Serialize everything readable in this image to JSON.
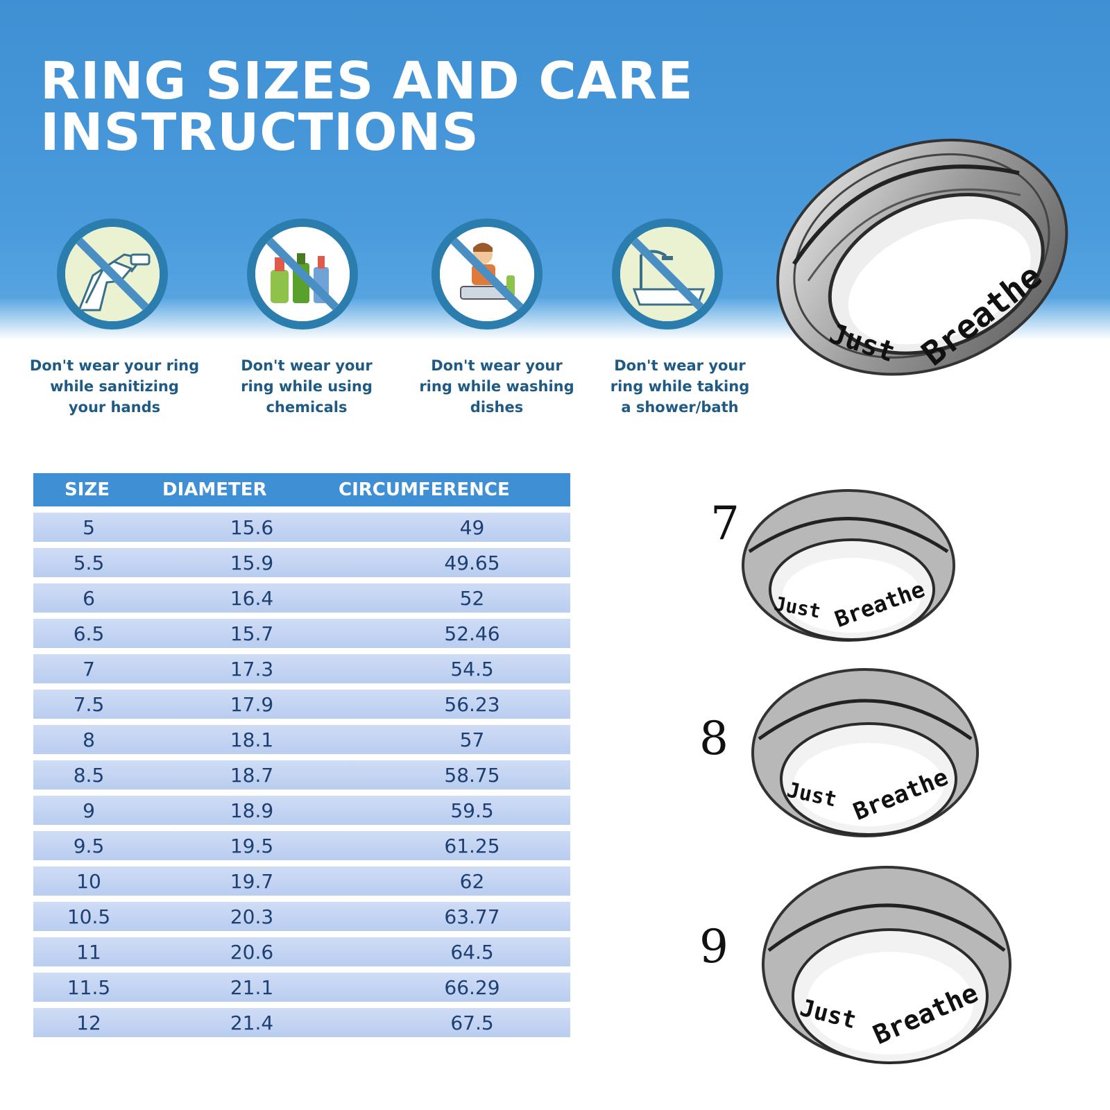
{
  "header": {
    "title_line1": "RING SIZES AND CARE",
    "title_line2": "INSTRUCTIONS"
  },
  "care": [
    {
      "icon": "sanitizer-hands-icon",
      "line1": "Don't wear your ring",
      "line2": "while sanitizing",
      "line3": "your hands"
    },
    {
      "icon": "chemicals-bottles-icon",
      "line1": "Don't wear your",
      "line2": "ring while using",
      "line3": "chemicals"
    },
    {
      "icon": "washing-dishes-icon",
      "line1": "Don't wear your",
      "line2": "ring while washing",
      "line3": "dishes"
    },
    {
      "icon": "shower-bath-icon",
      "line1": "Don't wear your",
      "line2": "ring while taking",
      "line3": "a shower/bath"
    }
  ],
  "table": {
    "headers": [
      "SIZE",
      "DIAMETER",
      "CIRCUMFERENCE"
    ],
    "rows": [
      [
        "5",
        "15.6",
        "49"
      ],
      [
        "5.5",
        "15.9",
        "49.65"
      ],
      [
        "6",
        "16.4",
        "52"
      ],
      [
        "6.5",
        "15.7",
        "52.46"
      ],
      [
        "7",
        "17.3",
        "54.5"
      ],
      [
        "7.5",
        "17.9",
        "56.23"
      ],
      [
        "8",
        "18.1",
        "57"
      ],
      [
        "8.5",
        "18.7",
        "58.75"
      ],
      [
        "9",
        "18.9",
        "59.5"
      ],
      [
        "9.5",
        "19.5",
        "61.25"
      ],
      [
        "10",
        "19.7",
        "62"
      ],
      [
        "10.5",
        "20.3",
        "63.77"
      ],
      [
        "11",
        "20.6",
        "64.5"
      ],
      [
        "11.5",
        "21.1",
        "66.29"
      ],
      [
        "12",
        "21.4",
        "67.5"
      ]
    ]
  },
  "rings": {
    "engraving_word1": "Just",
    "engraving_word2": "Breathe",
    "size_labels": [
      "7",
      "8",
      "9"
    ]
  },
  "colors": {
    "banner_blue": "#3f8fd4",
    "icon_ring_teal": "#2a7dad",
    "caption_text": "#1f5a85",
    "row_fill": "#c4d5f2",
    "row_text": "#1d3f72"
  }
}
